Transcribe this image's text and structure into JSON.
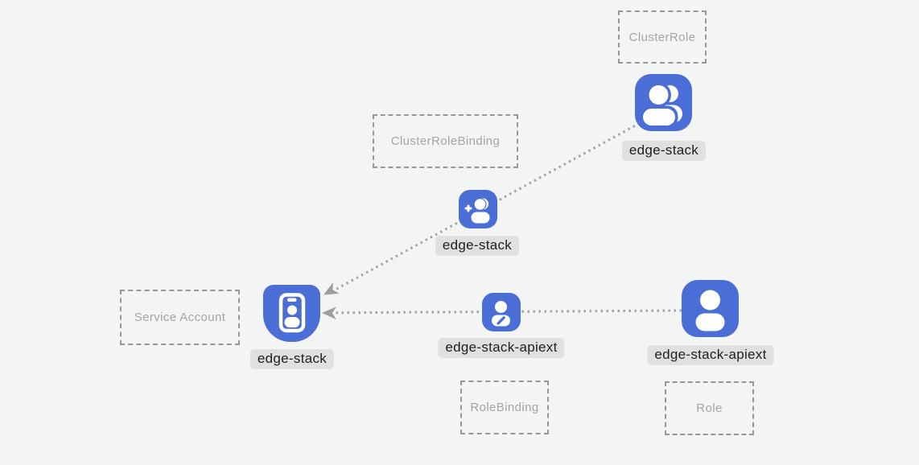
{
  "diagram": {
    "colors": {
      "background": "#f3f4f4",
      "node_blue": "#4a6dd6",
      "glyph_white": "#ffffff",
      "label_background": "#e0e0e0",
      "label_text": "#1e1e1e",
      "dashed_box_border": "#979797",
      "dashed_box_text": "#a4a4a4",
      "dotted_line": "#a3a3a3",
      "arrowhead": "#9e9e9e"
    },
    "type_boxes": [
      {
        "label": "ClusterRole"
      },
      {
        "label": "ClusterRoleBinding"
      },
      {
        "label": "Service Account"
      },
      {
        "label": "RoleBinding"
      },
      {
        "label": "Role"
      }
    ],
    "nodes": [
      {
        "label": "edge-stack",
        "type": "ClusterRole",
        "icon": "users-icon"
      },
      {
        "label": "edge-stack",
        "type": "ClusterRoleBinding",
        "icon": "user-add-icon"
      },
      {
        "label": "edge-stack",
        "type": "Service Account",
        "icon": "id-badge-icon"
      },
      {
        "label": "edge-stack-apiext",
        "type": "RoleBinding",
        "icon": "user-edit-icon"
      },
      {
        "label": "edge-stack-apiext",
        "type": "Role",
        "icon": "user-icon"
      }
    ],
    "edges": [
      {
        "from": "edge-stack (ClusterRole)",
        "via": "edge-stack (ClusterRoleBinding)",
        "to": "edge-stack (Service Account)",
        "style": "dotted-arrow"
      },
      {
        "from": "edge-stack-apiext (Role)",
        "via": "edge-stack-apiext (RoleBinding)",
        "to": "edge-stack (Service Account)",
        "style": "dotted-arrow"
      }
    ]
  }
}
